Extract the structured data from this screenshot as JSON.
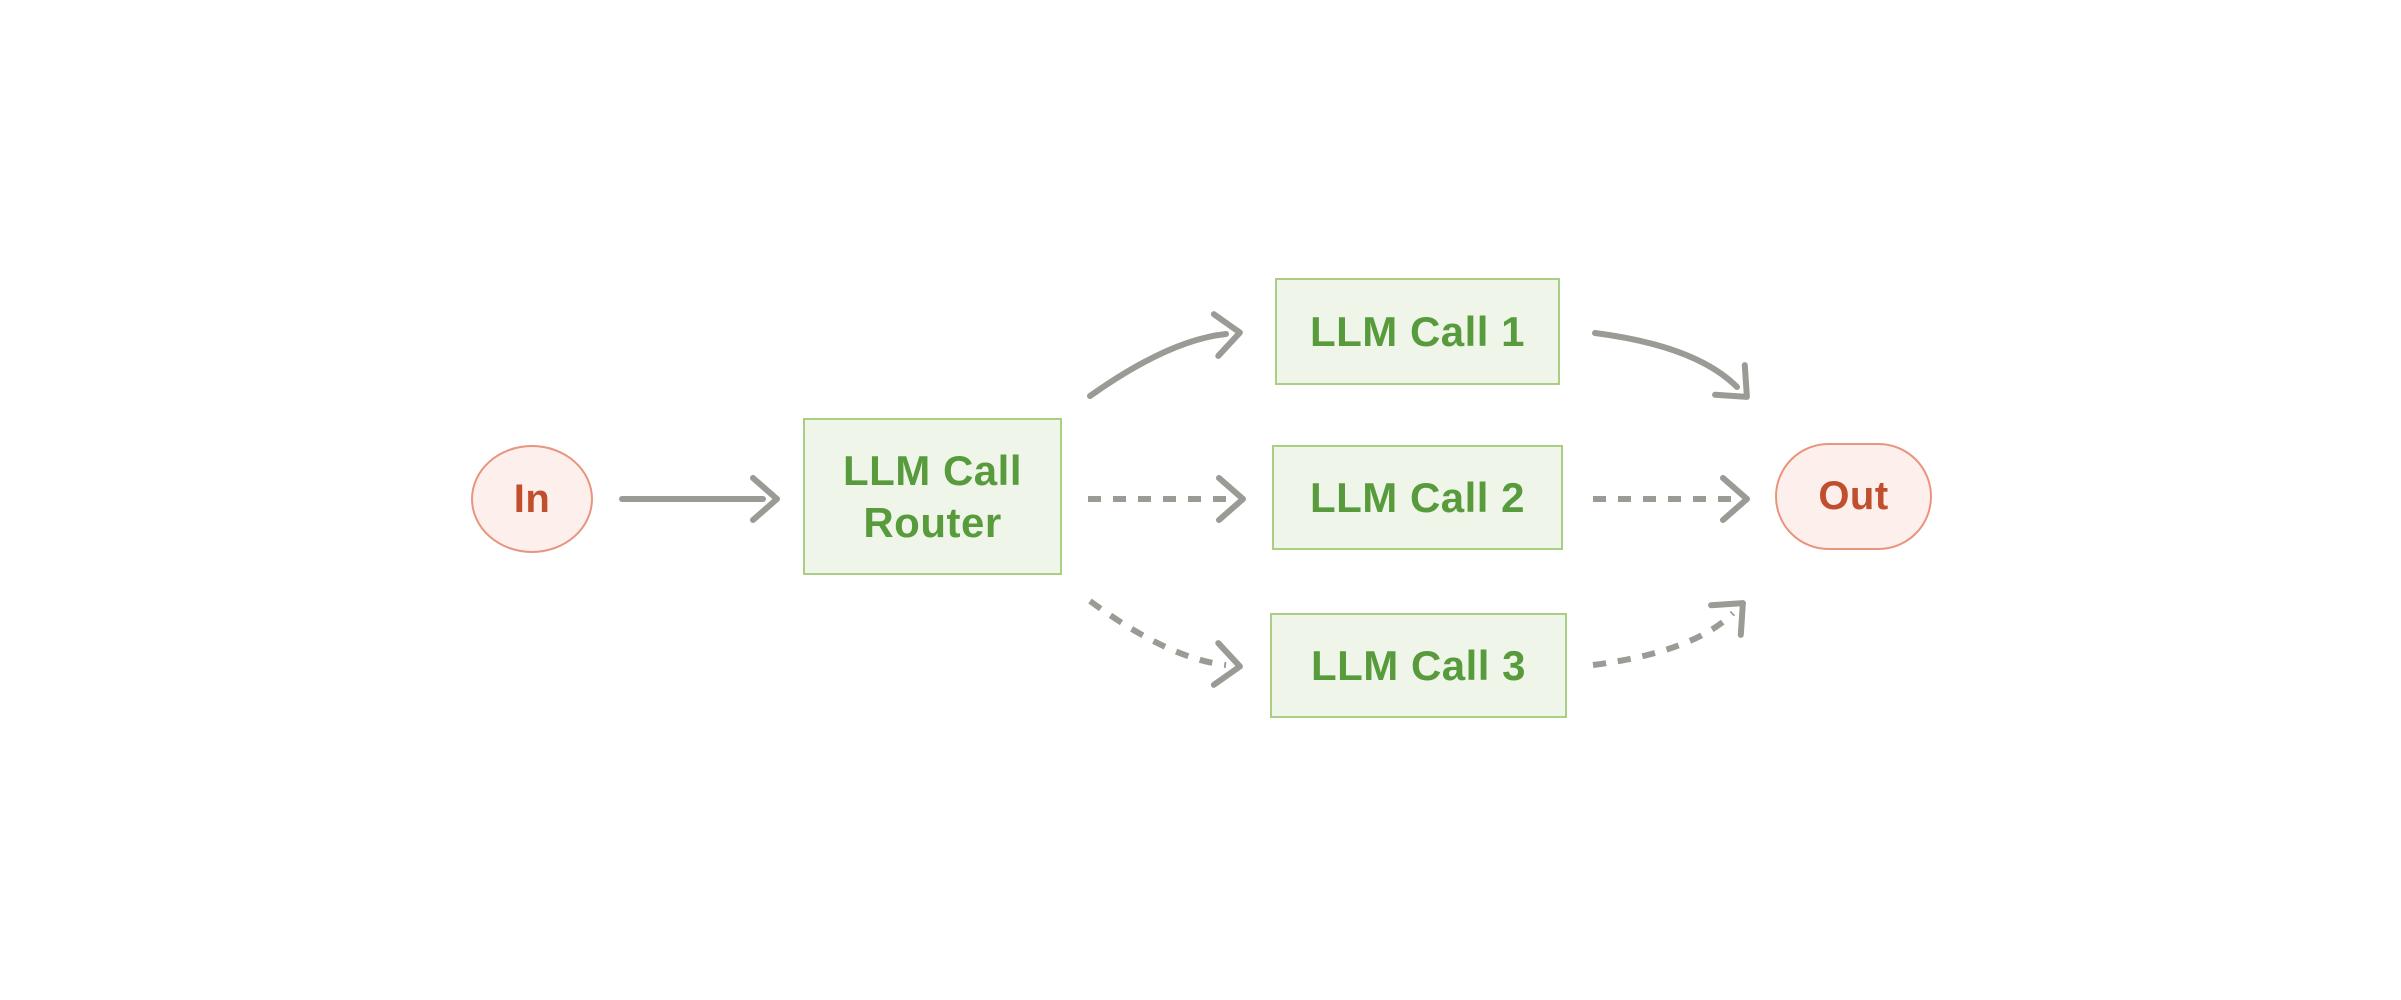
{
  "diagram": {
    "nodes": {
      "in": {
        "label": "In"
      },
      "router": {
        "lines": [
          "LLM Call",
          "Router"
        ]
      },
      "call1": {
        "label": "LLM Call 1"
      },
      "call2": {
        "label": "LLM Call 2"
      },
      "call3": {
        "label": "LLM Call 3"
      },
      "out": {
        "label": "Out"
      }
    },
    "edges": [
      {
        "from": "in",
        "to": "router",
        "style": "solid"
      },
      {
        "from": "router",
        "to": "call1",
        "style": "solid"
      },
      {
        "from": "router",
        "to": "call2",
        "style": "dashed"
      },
      {
        "from": "router",
        "to": "call3",
        "style": "dashed"
      },
      {
        "from": "call1",
        "to": "out",
        "style": "solid"
      },
      {
        "from": "call2",
        "to": "out",
        "style": "dashed"
      },
      {
        "from": "call3",
        "to": "out",
        "style": "dashed"
      }
    ],
    "colors": {
      "bg": "#ffffff",
      "arrow": "#9b9b95",
      "box-fill": "#eff5e8",
      "box-border": "#a8cf84",
      "box-text": "#579b3d",
      "pill-fill": "#fdefec",
      "pill-border": "#e9947e",
      "pill-text": "#c14e2d"
    }
  }
}
